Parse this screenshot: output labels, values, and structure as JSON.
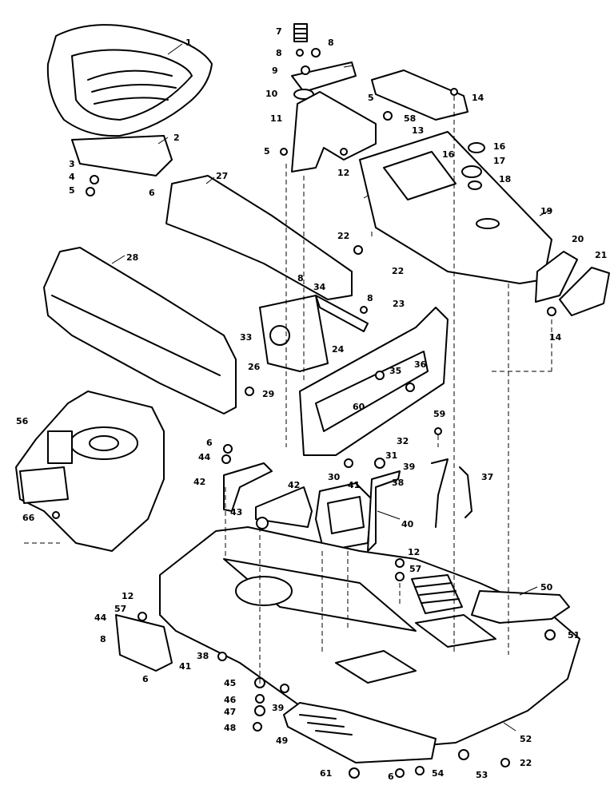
{
  "diagram": {
    "callouts": [
      {
        "id": "c1",
        "text": "1"
      },
      {
        "id": "c2",
        "text": "2"
      },
      {
        "id": "c3",
        "text": "3"
      },
      {
        "id": "c4",
        "text": "4"
      },
      {
        "id": "c5a",
        "text": "5"
      },
      {
        "id": "c6a",
        "text": "6"
      },
      {
        "id": "c7",
        "text": "7"
      },
      {
        "id": "c8a",
        "text": "8"
      },
      {
        "id": "c8b",
        "text": "8"
      },
      {
        "id": "c9",
        "text": "9"
      },
      {
        "id": "c10",
        "text": "10"
      },
      {
        "id": "c11",
        "text": "11"
      },
      {
        "id": "c5b",
        "text": "5"
      },
      {
        "id": "c58",
        "text": "58"
      },
      {
        "id": "c13",
        "text": "13"
      },
      {
        "id": "c14a",
        "text": "14"
      },
      {
        "id": "c5c",
        "text": "5"
      },
      {
        "id": "c12a",
        "text": "12"
      },
      {
        "id": "c16a",
        "text": "16"
      },
      {
        "id": "c16b",
        "text": "16"
      },
      {
        "id": "c17",
        "text": "17"
      },
      {
        "id": "c18",
        "text": "18"
      },
      {
        "id": "c19",
        "text": "19"
      },
      {
        "id": "c27",
        "text": "27"
      },
      {
        "id": "c22a",
        "text": "22"
      },
      {
        "id": "c22b",
        "text": "22"
      },
      {
        "id": "c20",
        "text": "20"
      },
      {
        "id": "c21",
        "text": "21"
      },
      {
        "id": "c14b",
        "text": "14"
      },
      {
        "id": "c28",
        "text": "28"
      },
      {
        "id": "c8c",
        "text": "8"
      },
      {
        "id": "c34",
        "text": "34"
      },
      {
        "id": "c8d",
        "text": "8"
      },
      {
        "id": "c23",
        "text": "23"
      },
      {
        "id": "c33",
        "text": "33"
      },
      {
        "id": "c24",
        "text": "24"
      },
      {
        "id": "c26",
        "text": "26"
      },
      {
        "id": "c35",
        "text": "35"
      },
      {
        "id": "c36",
        "text": "36"
      },
      {
        "id": "c29",
        "text": "29"
      },
      {
        "id": "c60",
        "text": "60"
      },
      {
        "id": "c59",
        "text": "59"
      },
      {
        "id": "c56",
        "text": "56"
      },
      {
        "id": "c32",
        "text": "32"
      },
      {
        "id": "c6b",
        "text": "6"
      },
      {
        "id": "c44a",
        "text": "44"
      },
      {
        "id": "c31",
        "text": "31"
      },
      {
        "id": "c39a",
        "text": "39"
      },
      {
        "id": "c42a",
        "text": "42"
      },
      {
        "id": "c30",
        "text": "30"
      },
      {
        "id": "c38a",
        "text": "38"
      },
      {
        "id": "c37",
        "text": "37"
      },
      {
        "id": "c42b",
        "text": "42"
      },
      {
        "id": "c41a",
        "text": "41"
      },
      {
        "id": "c43",
        "text": "43"
      },
      {
        "id": "c66",
        "text": "66"
      },
      {
        "id": "c40",
        "text": "40"
      },
      {
        "id": "c12b",
        "text": "12"
      },
      {
        "id": "c57a",
        "text": "57"
      },
      {
        "id": "c50",
        "text": "50"
      },
      {
        "id": "c12c",
        "text": "12"
      },
      {
        "id": "c57b",
        "text": "57"
      },
      {
        "id": "c44b",
        "text": "44"
      },
      {
        "id": "c51",
        "text": "51"
      },
      {
        "id": "c8e",
        "text": "8"
      },
      {
        "id": "c38b",
        "text": "38"
      },
      {
        "id": "c41b",
        "text": "41"
      },
      {
        "id": "c6c",
        "text": "6"
      },
      {
        "id": "c45",
        "text": "45"
      },
      {
        "id": "c46",
        "text": "46"
      },
      {
        "id": "c39b",
        "text": "39"
      },
      {
        "id": "c47",
        "text": "47"
      },
      {
        "id": "c48",
        "text": "48"
      },
      {
        "id": "c49",
        "text": "49"
      },
      {
        "id": "c52",
        "text": "52"
      },
      {
        "id": "c22c",
        "text": "22"
      },
      {
        "id": "c61",
        "text": "61"
      },
      {
        "id": "c6d",
        "text": "6"
      },
      {
        "id": "c54",
        "text": "54"
      },
      {
        "id": "c53",
        "text": "53"
      }
    ]
  }
}
